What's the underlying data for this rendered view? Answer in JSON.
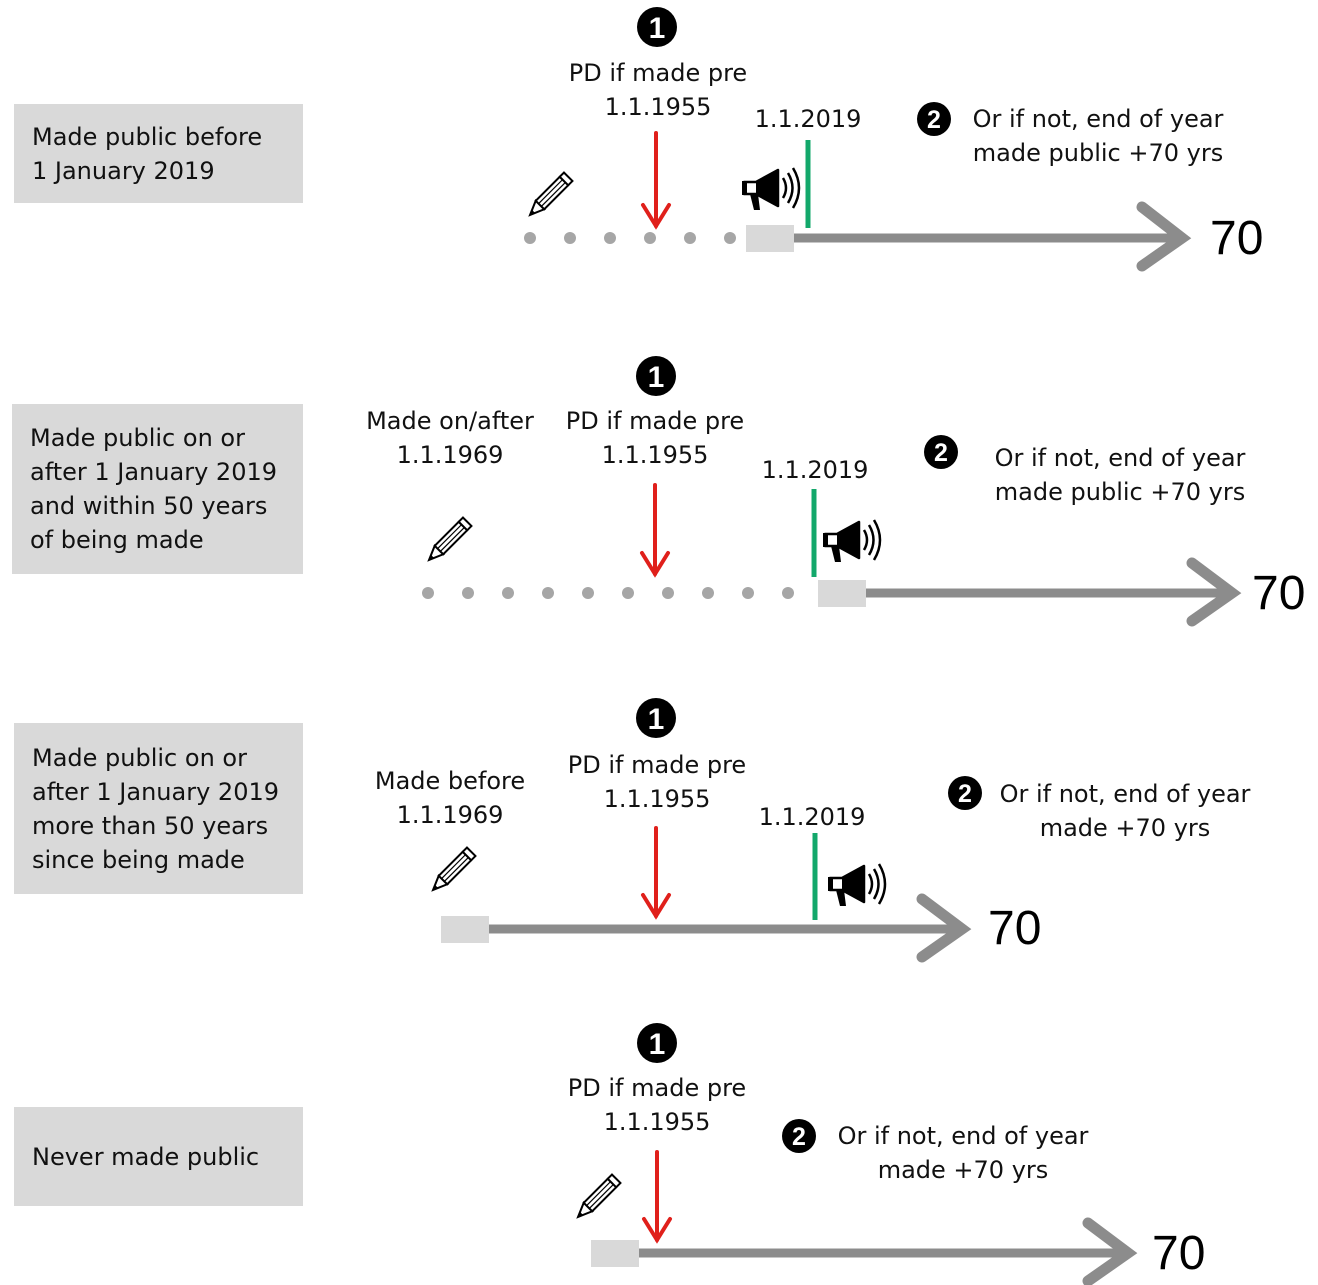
{
  "colors": {
    "label_bg": "#d9d9d9",
    "timeline": "#8c8c8c",
    "dots": "#a6a6a6",
    "start_box": "#d9d9d9",
    "pd_arrow": "#e0201b",
    "marker_2019": "#13a86b",
    "badge": "#000000"
  },
  "icons": {
    "creation": "pencil-icon",
    "publication": "megaphone-icon",
    "step_1": "number-1-badge",
    "step_2": "number-2-badge"
  },
  "scenarios": [
    {
      "label_lines": [
        "Made public before",
        "1 January 2019"
      ],
      "pd_lines": [
        "PD if made pre",
        "1.1.1955"
      ],
      "date_label": "1.1.2019",
      "step2_lines": [
        "Or if not, end of year",
        "made public +70 yrs"
      ],
      "end_value": "70"
    },
    {
      "label_lines": [
        "Made public on or",
        "after 1 January 2019",
        "and within 50 years",
        "of being made"
      ],
      "made_lines": [
        "Made on/after",
        "1.1.1969"
      ],
      "pd_lines": [
        "PD if made pre",
        "1.1.1955"
      ],
      "date_label": "1.1.2019",
      "step2_lines": [
        "Or if not, end of year",
        "made public +70 yrs"
      ],
      "end_value": "70"
    },
    {
      "label_lines": [
        "Made public on or",
        "after 1 January 2019",
        "more than 50 years",
        "since being made"
      ],
      "made_lines": [
        "Made before",
        "1.1.1969"
      ],
      "pd_lines": [
        "PD if made pre",
        "1.1.1955"
      ],
      "date_label": "1.1.2019",
      "step2_lines": [
        "Or if not, end of year",
        "made +70 yrs"
      ],
      "end_value": "70"
    },
    {
      "label_lines": [
        "Never made public"
      ],
      "pd_lines": [
        "PD if made pre",
        "1.1.1955"
      ],
      "step2_lines": [
        "Or if not, end of year",
        "made +70 yrs"
      ],
      "end_value": "70"
    }
  ]
}
